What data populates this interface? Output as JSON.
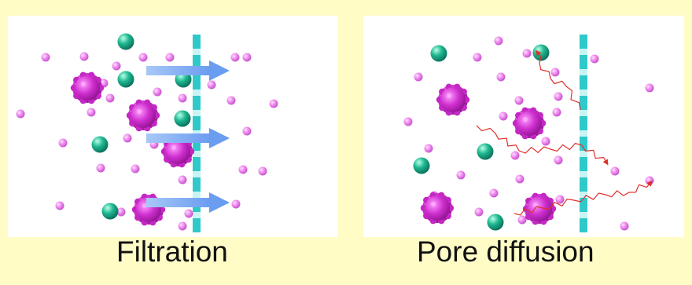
{
  "captions": {
    "filtration": "Filtration",
    "pore_diffusion": "Pore diffusion"
  },
  "colors": {
    "background": "#fffcc6",
    "membrane": "#2fc9c9",
    "small_particle": "#ee88ee",
    "large_particle": "#cc22cc",
    "medium_particle": "#1aa884",
    "flow_arrow": "#7aaaf2",
    "diffusion_path": "#e0302a"
  },
  "icons": [
    "membrane-barrier",
    "flow-arrow-icon",
    "diffusion-path-icon",
    "small-particle",
    "medium-particle",
    "large-particle"
  ]
}
